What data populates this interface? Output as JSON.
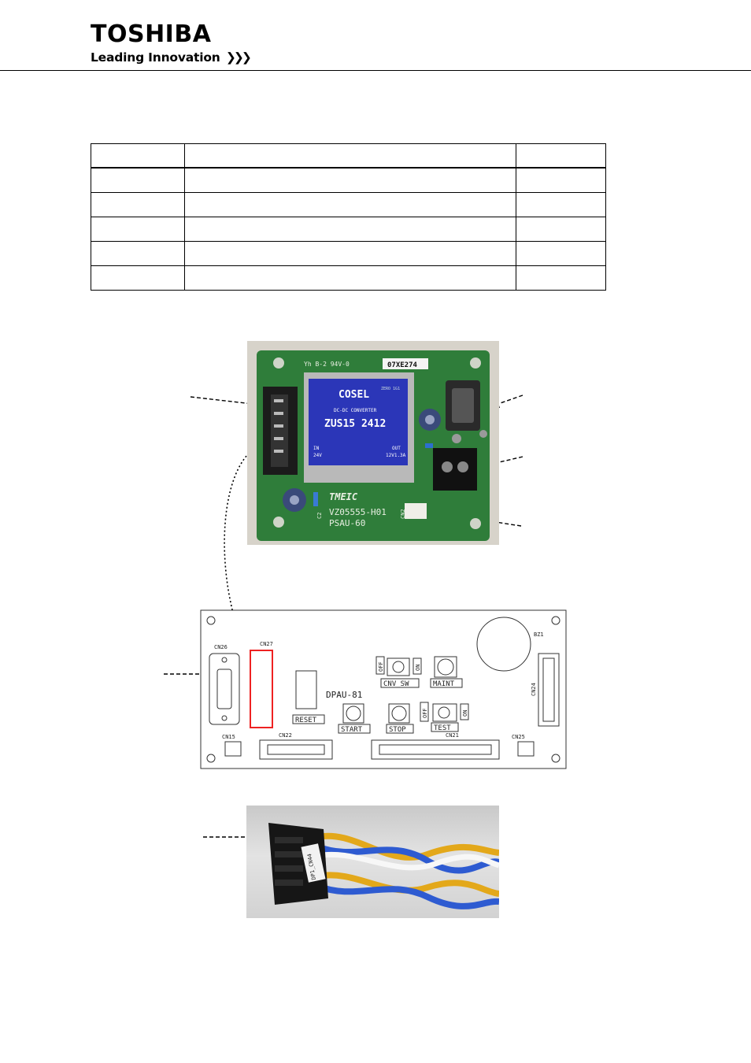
{
  "header": {
    "brand": "TOSHIBA",
    "tagline": "Leading Innovation",
    "tagline_arrows": "❯❯❯"
  },
  "spec_table": {
    "rows": [
      [
        "",
        "",
        ""
      ],
      [
        "",
        "",
        ""
      ],
      [
        "",
        "",
        ""
      ],
      [
        "",
        "",
        ""
      ],
      [
        "",
        "",
        ""
      ],
      [
        "",
        "",
        ""
      ]
    ]
  },
  "psu_board": {
    "sticker": "07XE274",
    "silk_top": "Yh B-2 94V-0",
    "converter_brand": "COSEL",
    "converter_small": "ZERO 1G1",
    "converter_type": "DC-DC CONVERTER",
    "converter_model": "ZUS15 2412",
    "converter_in_label": "IN",
    "converter_in_value": "24V",
    "converter_out_label": "OUT",
    "converter_out_value": "12V1.3A",
    "maker": "TMEIC",
    "part_line1": "VZ05555-H01",
    "part_line2": "PSAU-60",
    "label_cn2": "CN2",
    "label_c2": "C2"
  },
  "dpau_board": {
    "label_cn26": "CN26",
    "label_cn27": "CN27",
    "label_bz1": "BZ1",
    "label_cn24": "CN24",
    "label_cn15": "CN15",
    "label_cn22": "CN22",
    "label_cn21": "CN21",
    "label_cn25": "CN25",
    "board_name": "DPAU-81",
    "sw1_off": "OFF",
    "sw1_on": "ON",
    "sw1_name": "CNV_SW",
    "maint": "MAINT",
    "sw2_off": "OFF",
    "sw2_on": "ON",
    "test": "TEST",
    "reset": "RESET",
    "start": "START",
    "stop": "STOP"
  },
  "cable": {
    "tag": "DP1_CN44"
  }
}
